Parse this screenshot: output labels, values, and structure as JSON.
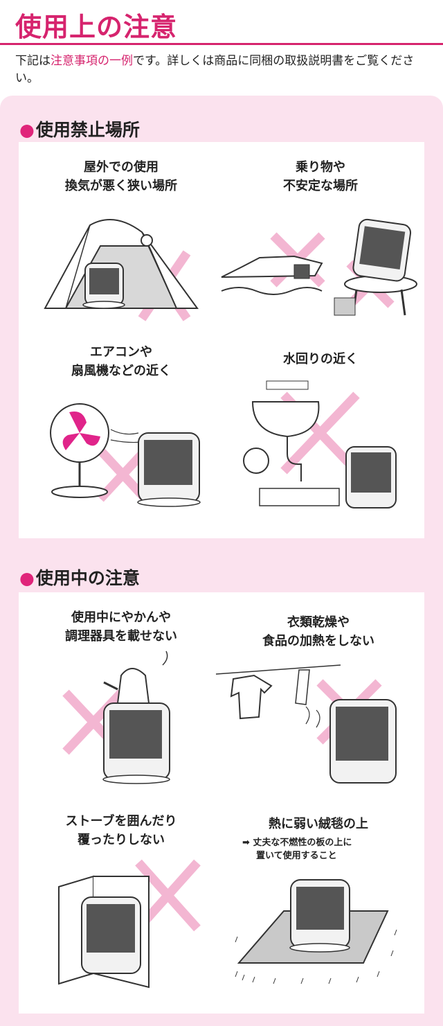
{
  "header": {
    "title": "使用上の注意",
    "intro_pre": "下記は",
    "intro_highlight": "注意事項の一例",
    "intro_post": "です。詳しくは商品に同梱の取扱説明書をご覧ください。"
  },
  "colors": {
    "accent": "#d6246e",
    "panel": "#fbe2ee",
    "cross": "#f3b6d2"
  },
  "section1": {
    "heading": "使用禁止場所",
    "items": [
      {
        "line1": "屋外での使用",
        "line2": "換気が悪く狭い場所"
      },
      {
        "line1": "乗り物や",
        "line2": "不安定な場所"
      },
      {
        "line1": "エアコンや",
        "line2": "扇風機などの近く"
      },
      {
        "line1": "水回りの近く",
        "line2": ""
      }
    ]
  },
  "section2": {
    "heading": "使用中の注意",
    "items": [
      {
        "line1": "使用中にやかんや",
        "line2": "調理器具を載せない"
      },
      {
        "line1": "衣類乾燥や",
        "line2": "食品の加熱をしない"
      },
      {
        "line1": "ストーブを囲んだり",
        "line2": "覆ったりしない"
      },
      {
        "line1": "熱に弱い絨毯の上",
        "line2": "",
        "note1": "➡ 丈夫な不燃性の板の上に",
        "note2": "置いて使用すること"
      }
    ]
  }
}
